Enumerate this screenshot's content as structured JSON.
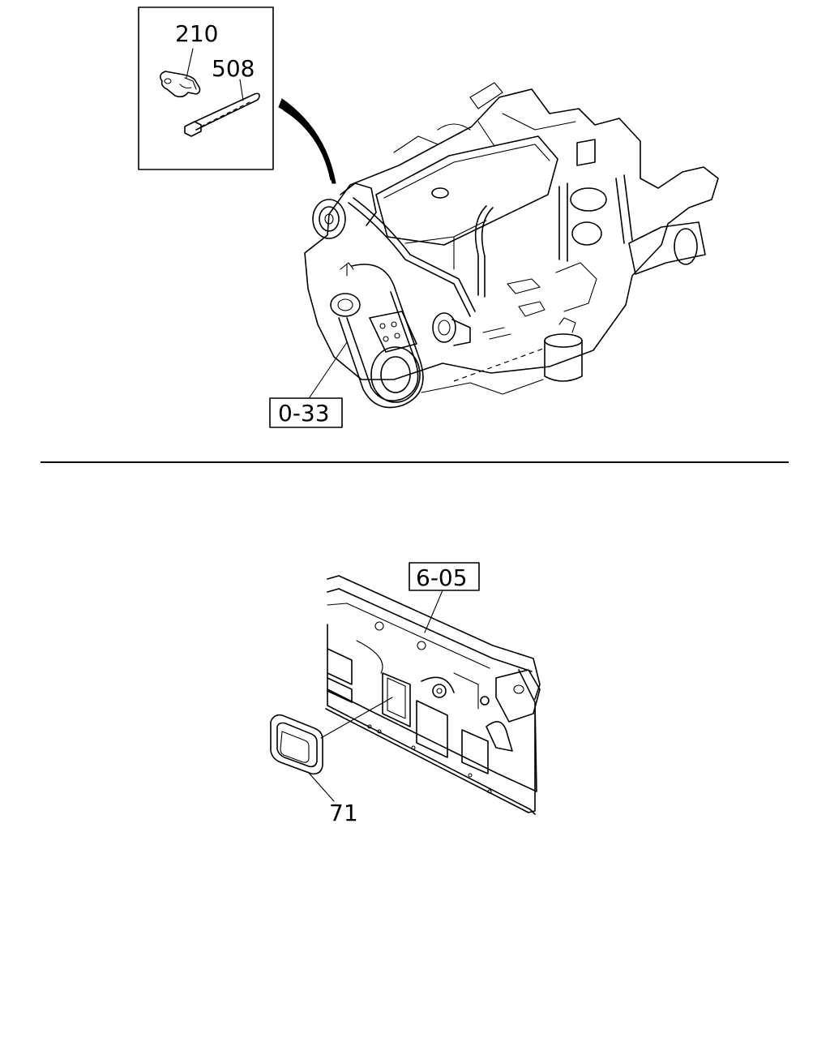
{
  "callouts": {
    "clip": "210",
    "strap": "508",
    "engine_ref": "0-33",
    "dash_ref": "6-05",
    "grommet": "71"
  }
}
